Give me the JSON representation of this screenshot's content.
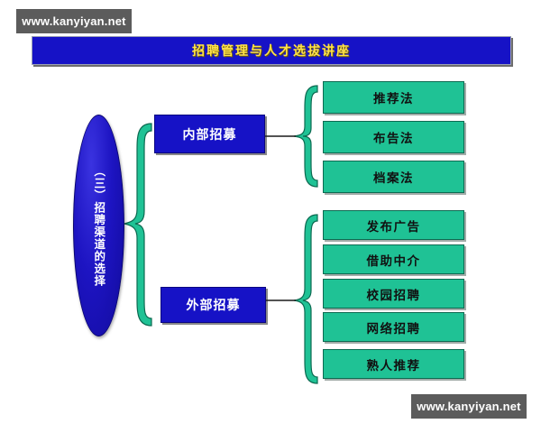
{
  "watermarks": {
    "top": "www.kanyiyan.net",
    "bottom": "www.kanyiyan.net"
  },
  "title": {
    "text": "招聘管理与人才选拔讲座",
    "background_color": "#1612c6",
    "text_color": "#ffe24a"
  },
  "root": {
    "label": "（三）招聘渠道的选择",
    "shape": "ellipse",
    "background_color": "#1d14c2",
    "text_color": "#ffffff"
  },
  "branches": [
    {
      "label": "内部招募",
      "background_color": "#1612c6",
      "text_color": "#ffffff",
      "items": [
        {
          "label": "推荐法"
        },
        {
          "label": "布告法"
        },
        {
          "label": "档案法"
        }
      ]
    },
    {
      "label": "外部招募",
      "background_color": "#1612c6",
      "text_color": "#ffffff",
      "items": [
        {
          "label": "发布广告"
        },
        {
          "label": "借助中介"
        },
        {
          "label": "校园招聘"
        },
        {
          "label": "网络招聘"
        },
        {
          "label": "熟人推荐"
        }
      ]
    }
  ],
  "leaf_style": {
    "background_color": "#1fc295",
    "text_color": "#111111"
  },
  "connector_style": {
    "fill_color": "#1fc295",
    "stroke_color": "#0d6a51",
    "shape": "curly-brace"
  }
}
